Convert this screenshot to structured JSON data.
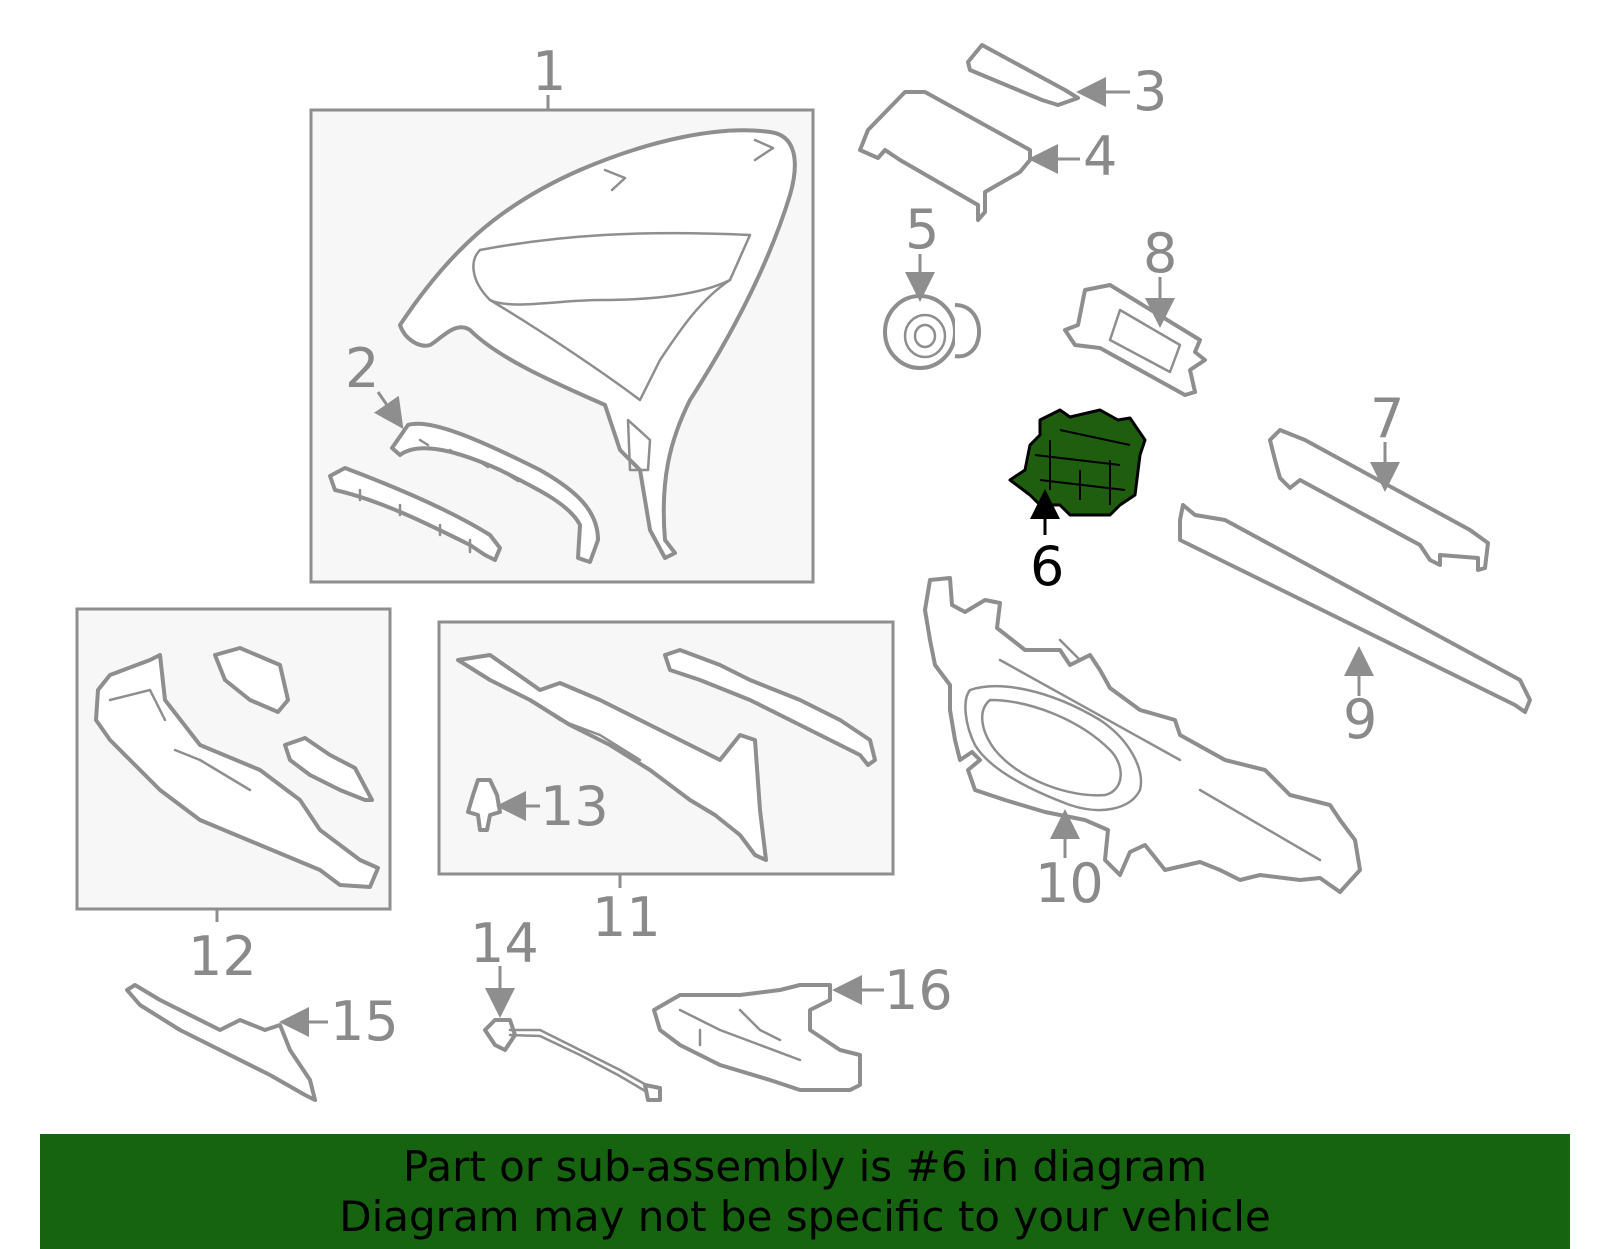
{
  "highlight_color": "#176410",
  "highlighted_part": "6",
  "callouts": [
    "1",
    "2",
    "3",
    "4",
    "5",
    "6",
    "7",
    "8",
    "9",
    "10",
    "11",
    "12",
    "13",
    "14",
    "15",
    "16"
  ],
  "banner": {
    "line1": "Part or sub-assembly is #6 in diagram",
    "line2": "Diagram may not be specific to your vehicle"
  }
}
